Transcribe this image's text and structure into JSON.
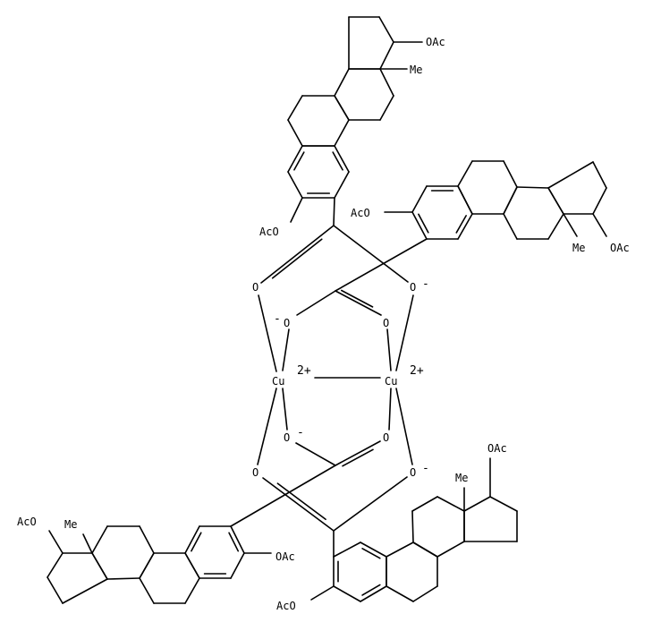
{
  "molecule": {
    "top_steroid": {
      "oac_17": "OAc",
      "methyl": "Me",
      "aco_3": "AcO"
    },
    "right_steroid": {
      "aco_3": "AcO",
      "methyl": "Me",
      "oac_17": "OAc"
    },
    "left_steroid": {
      "aco_17": "AcO",
      "methyl": "Me",
      "oac_3": "OAc"
    },
    "bottom_steroid": {
      "oac_17": "OAc",
      "methyl": "Me",
      "aco_3": "AcO"
    },
    "oxygens": [
      "O",
      "O",
      "O",
      "O",
      "O",
      "O",
      "O",
      "O"
    ],
    "anion_charge": "-",
    "metals": [
      "Cu",
      "Cu"
    ],
    "metal_charge": "2+"
  },
  "colors": {
    "ink": "#000000",
    "background": "#ffffff"
  }
}
